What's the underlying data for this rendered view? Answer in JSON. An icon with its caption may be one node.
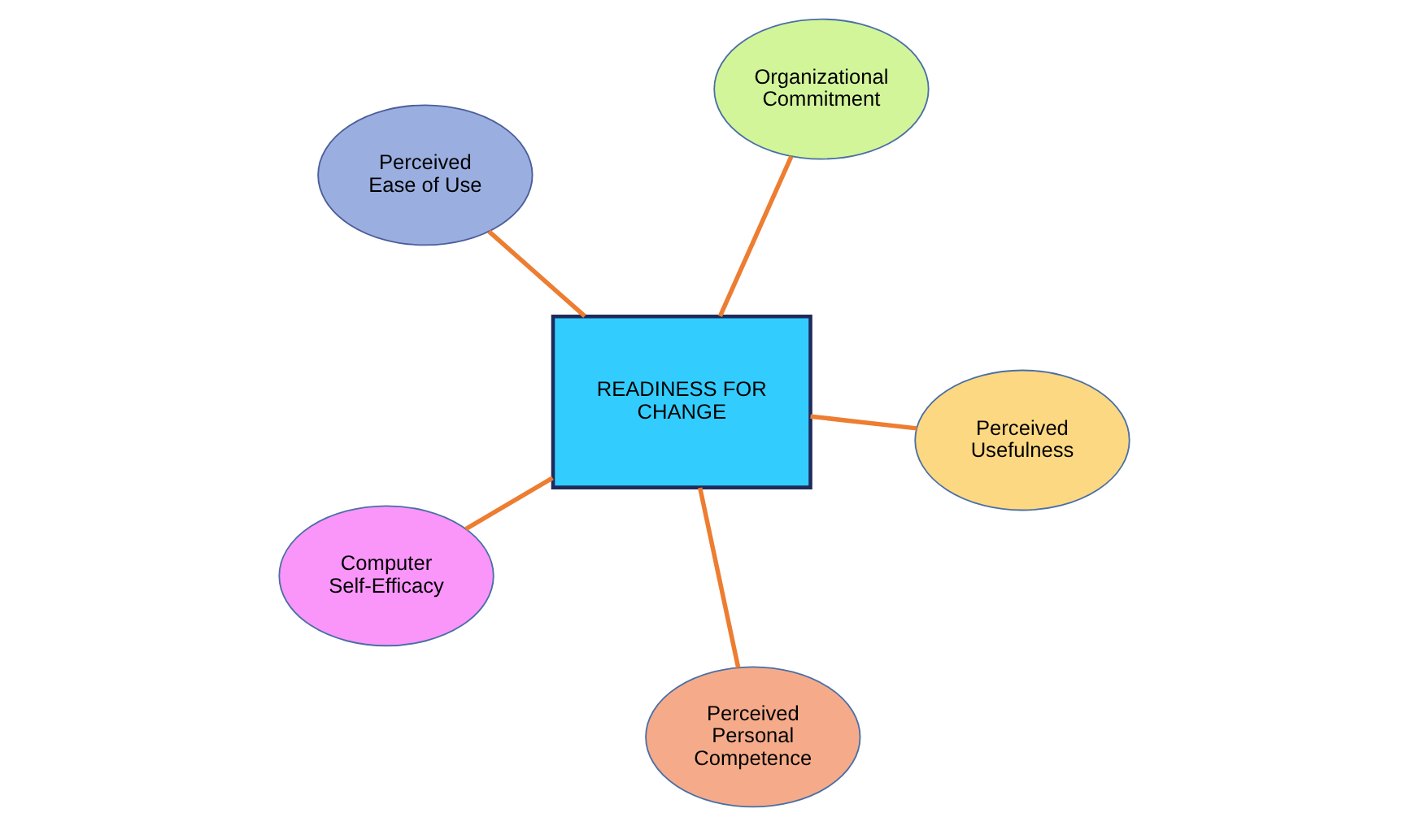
{
  "diagram": {
    "nodes": [
      {
        "text": [
          "Perceived Ease of Use"
        ]
      },
      {
        "text": [
          "Perceived Usefulness"
        ]
      },
      {
        "text": [
          "Perceived Personal Competence"
        ]
      },
      {
        "text": [
          "READINESS FOR CHANGE"
        ]
      },
      {
        "text": [
          "Organizational Commitment"
        ]
      },
      {
        "text": [
          "Computer Self-Efficacy"
        ]
      }
    ],
    "edges": [
      {
        "from": 3,
        "to": 0,
        "arrow": "none"
      },
      {
        "from": 3,
        "to": 1,
        "arrow": "none"
      },
      {
        "from": 3,
        "to": 2,
        "arrow": "none"
      },
      {
        "from": 3,
        "to": 4,
        "arrow": "none"
      },
      {
        "from": 3,
        "to": 5,
        "arrow": "none"
      }
    ]
  }
}
